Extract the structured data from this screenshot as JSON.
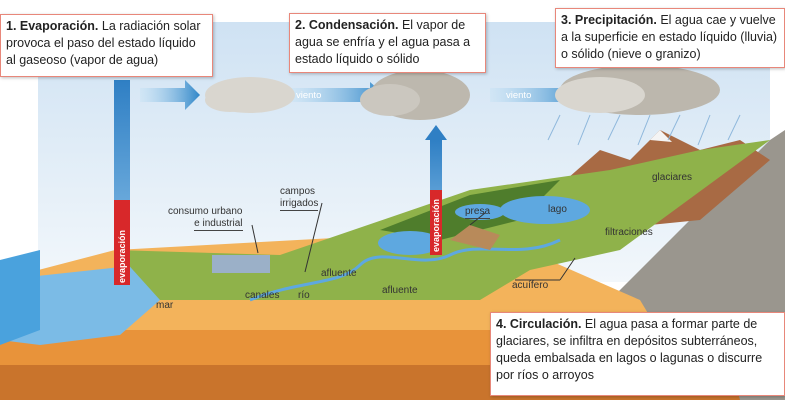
{
  "boxes": [
    {
      "title": "1. Evaporación.",
      "text": " La radiación solar provoca el paso del estado líquido al gaseoso (vapor de agua)"
    },
    {
      "title": "2. Condensación.",
      "text": " El vapor de agua se enfría y el agua pasa a estado líquido o sólido"
    },
    {
      "title": "3. Precipitación.",
      "text": " El agua cae y vuelve a la superficie en estado líquido (lluvia) o sólido (nieve o granizo)"
    },
    {
      "title": "4. Circulación.",
      "text": " El agua pasa a formar parte de glaciares, se infiltra en depósitos subterráneos, queda embalsada en lagos o lagunas o discurre por ríos o arroyos"
    }
  ],
  "labels": {
    "wind1": "viento",
    "wind2": "viento",
    "evaporation1": "evaporación",
    "evaporation2": "evaporación",
    "urban": "consumo urbano",
    "urban2": "e industrial",
    "fields": "campos",
    "fields2": "irrigados",
    "sea": "mar",
    "canals": "canales",
    "river": "río",
    "tributary1": "afluente",
    "tributary2": "afluente",
    "dam": "presa",
    "lake": "lago",
    "glaciers": "glaciares",
    "seepage": "filtraciones",
    "aquifer": "acuífero"
  },
  "colors": {
    "box_border": "#e8877a",
    "sky": "#dbe9f5",
    "arrow": "#3f8fd0",
    "evap_red": "#d8282a"
  }
}
